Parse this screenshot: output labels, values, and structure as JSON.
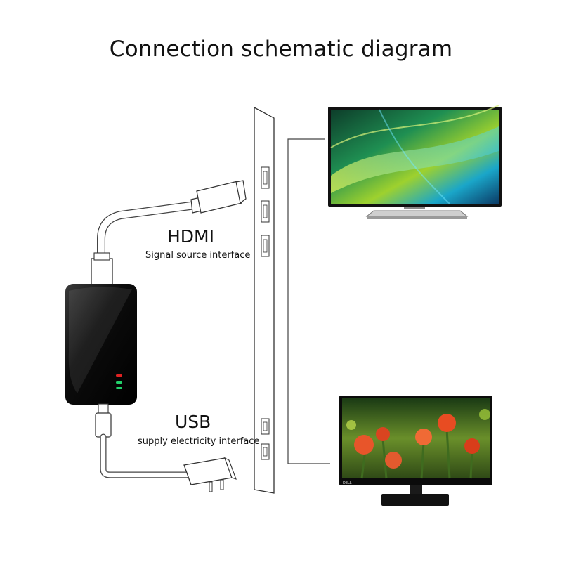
{
  "title": "Connection schematic diagram",
  "hdmi": {
    "label": "HDMI",
    "description": "Signal source interface"
  },
  "usb": {
    "label": "USB",
    "description": "supply electricity interface"
  },
  "monitor_brand": "DELL"
}
